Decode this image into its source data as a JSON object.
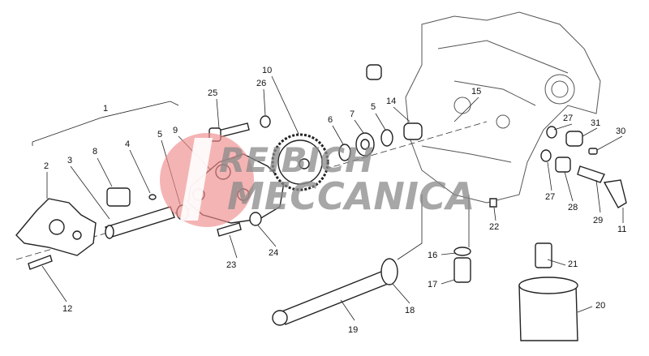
{
  "watermark": {
    "text_line1": "REIBICH",
    "text_line2": "MECCANICA",
    "logo_color": "#f08c8c"
  },
  "callouts": [
    {
      "id": "1",
      "label": "1"
    },
    {
      "id": "2",
      "label": "2"
    },
    {
      "id": "3",
      "label": "3"
    },
    {
      "id": "8",
      "label": "8"
    },
    {
      "id": "4",
      "label": "4"
    },
    {
      "id": "5a",
      "label": "5"
    },
    {
      "id": "9",
      "label": "9"
    },
    {
      "id": "25",
      "label": "25"
    },
    {
      "id": "26",
      "label": "26"
    },
    {
      "id": "10",
      "label": "10"
    },
    {
      "id": "6",
      "label": "6"
    },
    {
      "id": "7",
      "label": "7"
    },
    {
      "id": "5b",
      "label": "5"
    },
    {
      "id": "14",
      "label": "14"
    },
    {
      "id": "15",
      "label": "15"
    },
    {
      "id": "27a",
      "label": "27"
    },
    {
      "id": "31",
      "label": "31"
    },
    {
      "id": "30",
      "label": "30"
    },
    {
      "id": "27b",
      "label": "27"
    },
    {
      "id": "28",
      "label": "28"
    },
    {
      "id": "29",
      "label": "29"
    },
    {
      "id": "11",
      "label": "11"
    },
    {
      "id": "22",
      "label": "22"
    },
    {
      "id": "16",
      "label": "16"
    },
    {
      "id": "17",
      "label": "17"
    },
    {
      "id": "21",
      "label": "21"
    },
    {
      "id": "20",
      "label": "20"
    },
    {
      "id": "19",
      "label": "19"
    },
    {
      "id": "18",
      "label": "18"
    },
    {
      "id": "23",
      "label": "23"
    },
    {
      "id": "24",
      "label": "24"
    },
    {
      "id": "12",
      "label": "12"
    }
  ]
}
